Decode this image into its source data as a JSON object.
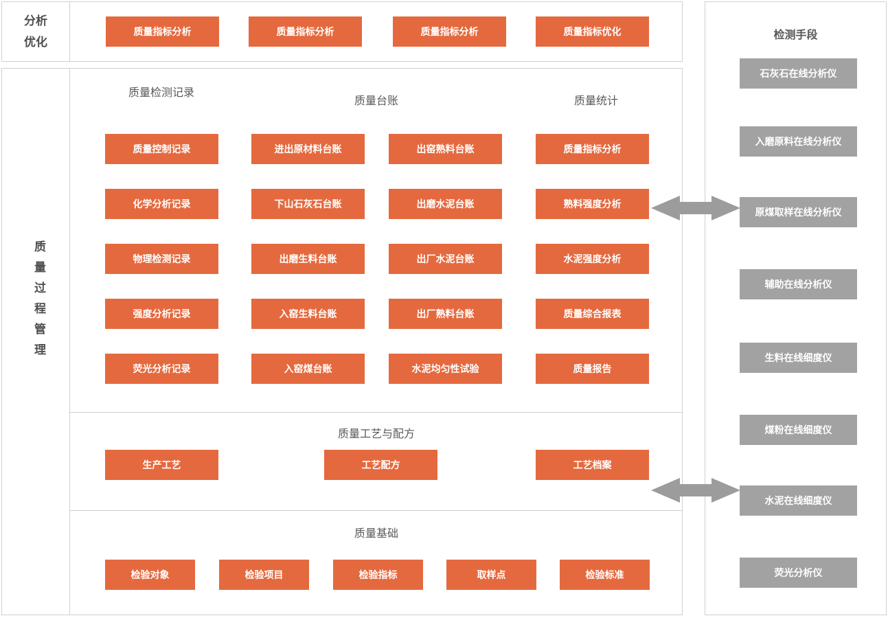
{
  "colors": {
    "module_orange": "#E5693E",
    "instrument_gray": "#A2A2A2",
    "arrow_gray": "#9C9C9C",
    "border_gray": "#CFCFCF",
    "header_text": "#595959"
  },
  "icons": {
    "link_arrow": "double-headed-arrow"
  },
  "analysis_panel": {
    "label_line1": "分析",
    "label_line2": "优化",
    "buttons": [
      "质量指标分析",
      "质量指标分析",
      "质量指标分析",
      "质量指标优化"
    ]
  },
  "process_management": {
    "side_label": "质量过程管理",
    "records": {
      "headers": [
        "质量检测记录",
        "质量台账",
        "质量统计"
      ],
      "columns": [
        {
          "buttons": [
            "质量控制记录",
            "化学分析记录",
            "物理检测记录",
            "强度分析记录",
            "荧光分析记录"
          ]
        },
        {
          "buttons": [
            "进出原材料台账",
            "下山石灰石台账",
            "出磨生料台账",
            "入窑生料台账",
            "入窑煤台账"
          ]
        },
        {
          "buttons": [
            "出窑熟料台账",
            "出磨水泥台账",
            "出厂水泥台账",
            "出厂熟料台账",
            "水泥均匀性试验"
          ]
        },
        {
          "buttons": [
            "质量指标分析",
            "熟料强度分析",
            "水泥强度分析",
            "质量综合报表",
            "质量报告"
          ]
        }
      ]
    },
    "process_recipe": {
      "title": "质量工艺与配方",
      "buttons": [
        "生产工艺",
        "工艺配方",
        "工艺档案"
      ]
    },
    "quality_basic": {
      "title": "质量基础",
      "buttons": [
        "检验对象",
        "检验项目",
        "检验指标",
        "取样点",
        "检验标准"
      ]
    }
  },
  "detection_panel": {
    "title": "检测手段",
    "buttons": [
      "石灰石在线分析仪",
      "入磨原料在线分析仪",
      "原煤取样在线分析仪",
      "辅助在线分析仪",
      "生料在线细度仪",
      "煤粉在线细度仪",
      "水泥在线细度仪",
      "荧光分析仪"
    ]
  }
}
